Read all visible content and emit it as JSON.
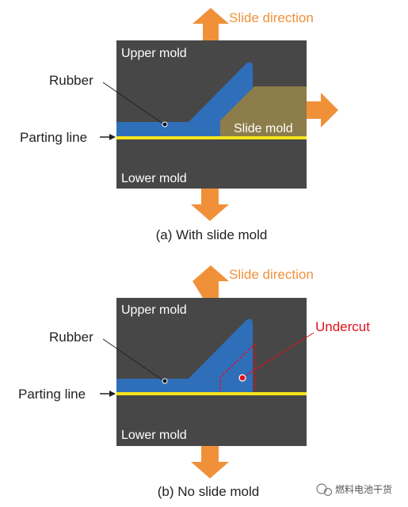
{
  "colors": {
    "mold": "#474747",
    "rubber": "#2f6fba",
    "slide_mold": "#8d7d4a",
    "parting_line": "#f7e51a",
    "arrow": "#f0913a",
    "undercut": "#e3101a"
  },
  "panel_a": {
    "slide_direction": "Slide direction",
    "upper_mold": "Upper mold",
    "rubber": "Rubber",
    "slide_mold": "Slide mold",
    "parting_line": "Parting line",
    "lower_mold": "Lower mold",
    "caption": "(a) With slide mold"
  },
  "panel_b": {
    "slide_direction": "Slide direction",
    "upper_mold": "Upper mold",
    "rubber": "Rubber",
    "undercut": "Undercut",
    "parting_line": "Parting line",
    "lower_mold": "Lower mold",
    "caption": "(b) No slide mold"
  },
  "watermark": "燃料电池干货"
}
